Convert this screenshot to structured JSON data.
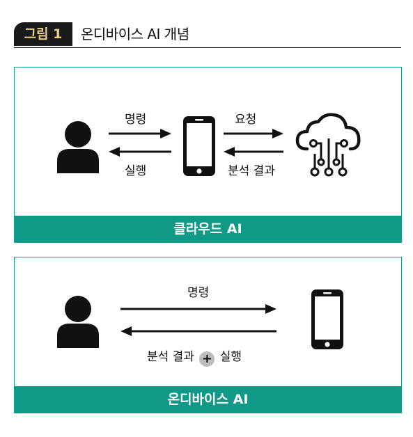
{
  "figure": {
    "badge": "그림 1",
    "title": "온디바이스 AI 개념"
  },
  "cloud_panel": {
    "left_top_label": "명령",
    "left_bottom_label": "실행",
    "right_top_label": "요청",
    "right_bottom_label": "분석 결과",
    "footer": "클라우드 AI",
    "icons": [
      "user-icon",
      "smartphone-icon",
      "cloud-network-icon"
    ]
  },
  "device_panel": {
    "top_label": "명령",
    "bottom_label_part1": "분석 결과",
    "plus_symbol": "+",
    "bottom_label_part2": "실행",
    "footer": "온디바이스 AI",
    "icons": [
      "user-icon",
      "smartphone-icon"
    ]
  },
  "colors": {
    "accent_teal": "#119988",
    "badge_bg": "#1a1a1a",
    "badge_text": "#e7cf8a"
  }
}
